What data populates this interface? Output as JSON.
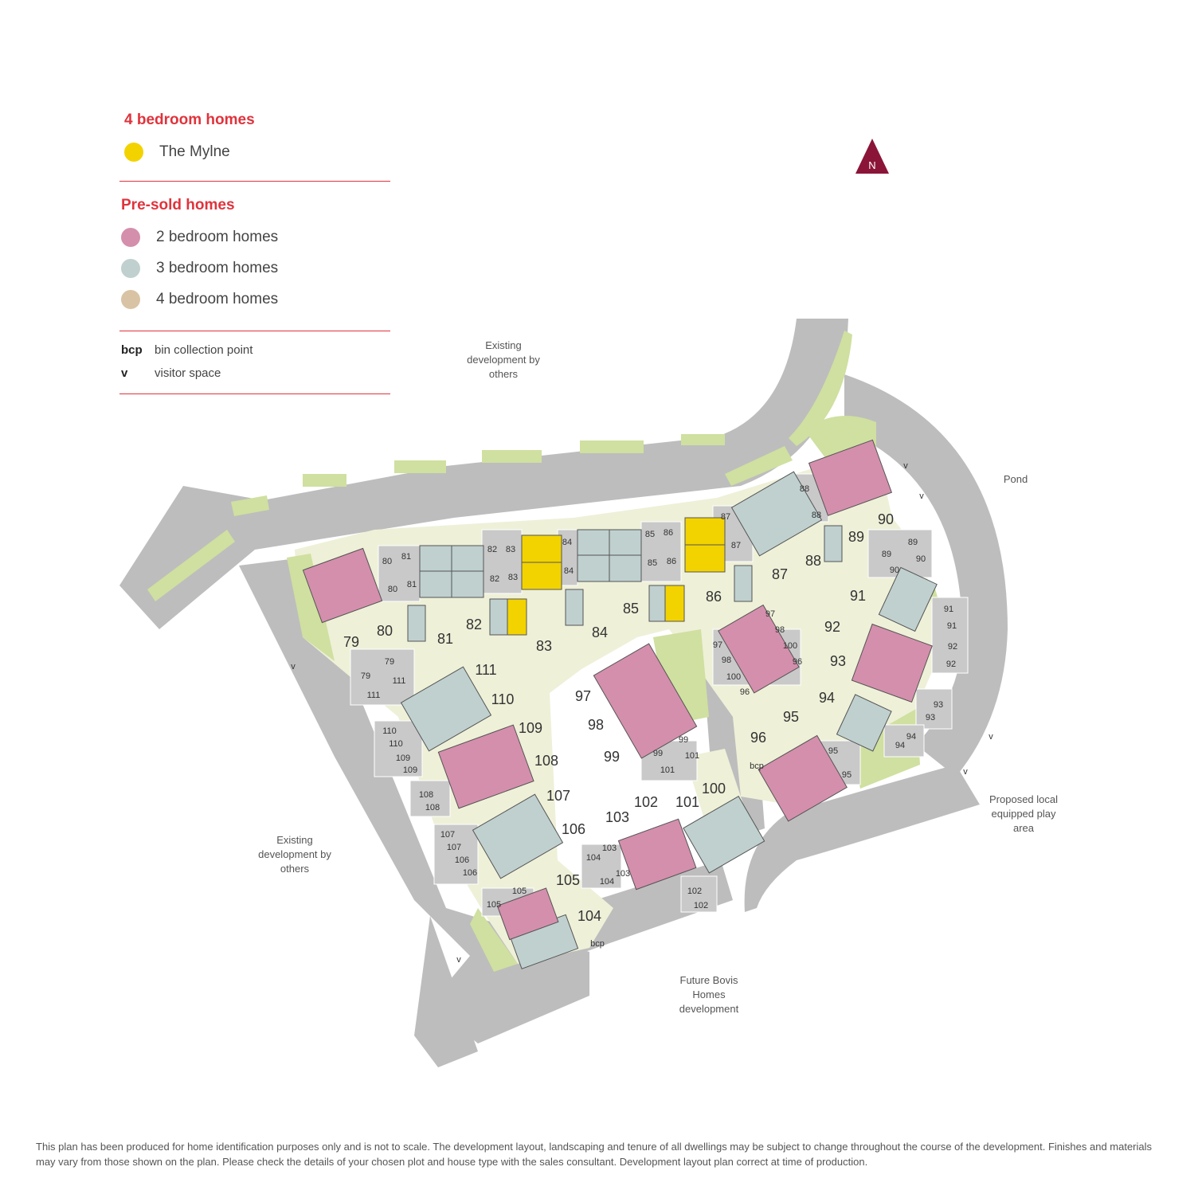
{
  "legend": {
    "featured_heading": "4 bedroom homes",
    "featured_item": "The Mylne",
    "presold_heading": "Pre-sold homes",
    "presold_items": [
      "2 bedroom homes",
      "3 bedroom homes",
      "4 bedroom homes"
    ],
    "abbreviations": [
      {
        "code": "bcp",
        "meaning": "bin collection point"
      },
      {
        "code": "v",
        "meaning": "visitor space"
      }
    ]
  },
  "colors": {
    "mylne": "#f2d300",
    "two_bed": "#d48fac",
    "three_bed": "#bfd0cf",
    "four_bed": "#d8c4a4",
    "accent": "#e0333c",
    "road": "#bdbdbd",
    "plot_ground": "#eef0d8",
    "verge": "#cfe0a0",
    "north_marker": "#8a1538"
  },
  "compass": "N",
  "notes": {
    "top": "Existing development by others",
    "left": "Existing development by others",
    "pond": "Pond",
    "play": "Proposed local equipped play area",
    "future": "Future Bovis Homes development"
  },
  "map_labels": {
    "bcp": "bcp",
    "visitor": "v"
  },
  "plots": [
    "79",
    "80",
    "81",
    "82",
    "83",
    "84",
    "85",
    "86",
    "87",
    "88",
    "89",
    "90",
    "91",
    "92",
    "93",
    "94",
    "95",
    "96",
    "97",
    "98",
    "99",
    "100",
    "101",
    "102",
    "103",
    "104",
    "105",
    "106",
    "107",
    "108",
    "109",
    "110",
    "111"
  ],
  "footer": "This plan has been produced for home identification purposes only and is not to scale. The development layout, landscaping and tenure of all dwellings may be subject to change throughout the course of the development. Finishes and materials may vary from those shown on the plan. Please check the details of your chosen plot and house type with the sales consultant. Development layout plan correct at time of production."
}
